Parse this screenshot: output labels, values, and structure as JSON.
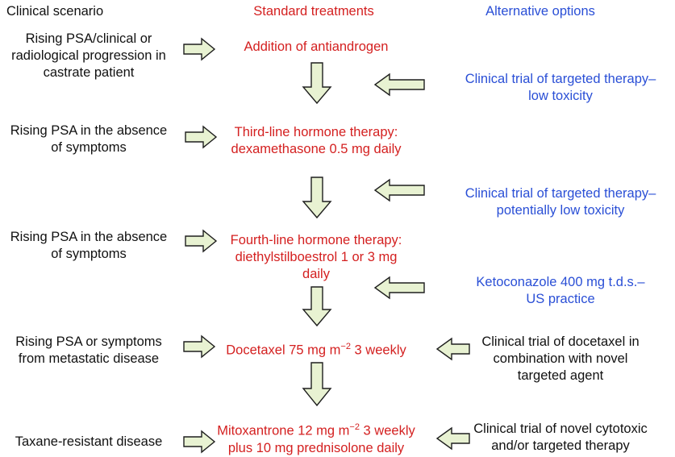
{
  "headers": {
    "scenario": "Clinical  scenario",
    "standard": "Standard treatments",
    "alternative": "Alternative  options"
  },
  "rows": [
    {
      "scenario": [
        "Rising PSA/clinical or",
        "radiological progression in",
        "castrate patient"
      ],
      "standard": [
        "Addition of antiandrogen"
      ]
    },
    {
      "scenario": [
        "Rising PSA in the absence",
        "of symptoms"
      ],
      "standard": [
        "Third-line hormone therapy:",
        "dexamethasone 0.5 mg daily"
      ]
    },
    {
      "scenario": [
        "Rising PSA in the absence",
        "of symptoms"
      ],
      "standard": [
        "Fourth-line hormone therapy:",
        "diethylstilboestrol 1 or 3 mg",
        "daily"
      ]
    },
    {
      "scenario": [
        "Rising PSA  or symptoms",
        "from metastatic disease"
      ],
      "standard": {
        "pre": "Docetaxel 75 mg m",
        "sup": "−2",
        "post": " 3 weekly"
      }
    },
    {
      "scenario": [
        "Taxane-resistant disease"
      ],
      "standard": {
        "pre": "Mitoxantrone 12 mg m",
        "sup": "−2",
        "post": " 3 weekly",
        "line2": "plus 10 mg prednisolone daily"
      }
    }
  ],
  "alternatives": [
    [
      "Clinical trial of targeted therapy–",
      "low toxicity"
    ],
    [
      "Clinical trial of targeted therapy–",
      "potentially low toxicity"
    ],
    [
      "Ketoconazole 400 mg t.d.s.–",
      "US practice"
    ],
    [
      "Clinical trial of docetaxel in",
      "combination with novel",
      "targeted agent"
    ],
    [
      "Clinical trial of novel cytotoxic",
      "and/or targeted therapy"
    ]
  ],
  "colors": {
    "scenario_text": "#111111",
    "standard_text": "#d42020",
    "alternative_text": "#2a4fd6",
    "arrow_fill": "#e8f2d2",
    "arrow_stroke": "#1e1e1e"
  }
}
